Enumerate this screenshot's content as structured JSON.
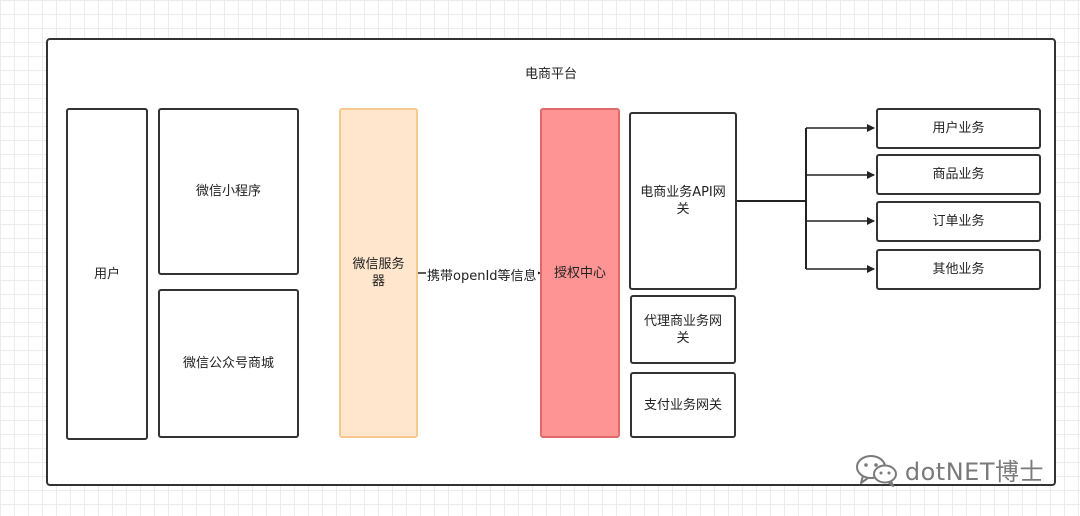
{
  "diagram": {
    "platform_title": "电商平台",
    "nodes": {
      "user": "用户",
      "mini_program": "微信小程序",
      "official_mall": "微信公众号商城",
      "wechat_server": "微信服务\n器",
      "auth_center": "授权中心",
      "ecommerce_api_gateway": "电商业务API网\n关",
      "agent_gateway": "代理商业务网\n关",
      "payment_gateway": "支付业务网关",
      "user_service": "用户业务",
      "product_service": "商品业务",
      "order_service": "订单业务",
      "other_service": "其他业务"
    },
    "edge_label": "携带openId等信息",
    "colors": {
      "wechat_server_fill": "#ffe6cc",
      "wechat_server_border": "#f7c98e",
      "auth_center_fill": "#ff9494",
      "auth_center_border": "#e06a6a"
    }
  },
  "watermark": {
    "text": "dotNET博士",
    "icon": "wechat-icon"
  }
}
